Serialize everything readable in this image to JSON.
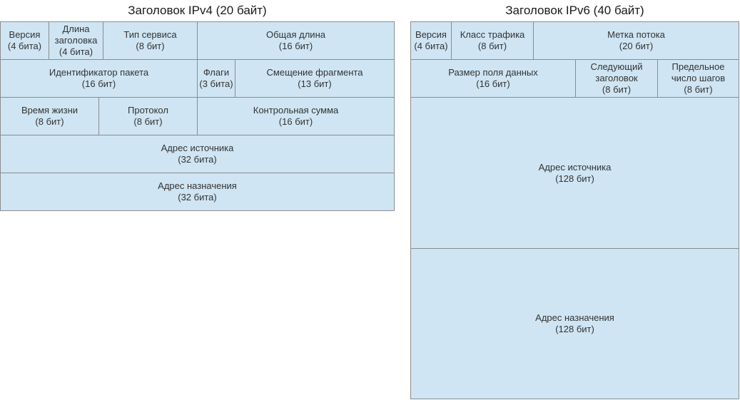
{
  "ipv4": {
    "title": "Заголовок IPv4 (20 байт)",
    "fields": [
      {
        "key": "version",
        "name": "Версия",
        "size": "(4 бита)"
      },
      {
        "key": "header-length",
        "name": "Длина\nзаголовка",
        "size": "(4 бита)"
      },
      {
        "key": "service-type",
        "name": "Тип сервиса",
        "size": "(8 бит)"
      },
      {
        "key": "total-length",
        "name": "Общая длина",
        "size": "(16 бит)"
      },
      {
        "key": "packet-id",
        "name": "Идентификатор пакета",
        "size": "(16 бит)"
      },
      {
        "key": "flags",
        "name": "Флаги",
        "size": "(3 бита)"
      },
      {
        "key": "fragment-offset",
        "name": "Смещение фрагмента",
        "size": "(13 бит)"
      },
      {
        "key": "ttl",
        "name": "Время жизни",
        "size": "(8 бит)"
      },
      {
        "key": "protocol",
        "name": "Протокол",
        "size": "(8 бит)"
      },
      {
        "key": "checksum",
        "name": "Контрольная сумма",
        "size": "(16 бит)"
      },
      {
        "key": "source-address",
        "name": "Адрес источника",
        "size": "(32 бита)"
      },
      {
        "key": "destination-address",
        "name": "Адрес назначения",
        "size": "(32 бита)"
      }
    ]
  },
  "ipv6": {
    "title": "Заголовок IPv6 (40 байт)",
    "fields": [
      {
        "key": "version",
        "name": "Версия",
        "size": "(4 бита)"
      },
      {
        "key": "traffic-class",
        "name": "Класс трафика",
        "size": "(8 бит)"
      },
      {
        "key": "flow-label",
        "name": "Метка потока",
        "size": "(20 бит)"
      },
      {
        "key": "payload-length",
        "name": "Размер поля данных",
        "size": "(16 бит)"
      },
      {
        "key": "next-header",
        "name": "Следующий\nзаголовок",
        "size": "(8 бит)"
      },
      {
        "key": "hop-limit",
        "name": "Предельное\nчисло шагов",
        "size": "(8 бит)"
      },
      {
        "key": "source-address",
        "name": "Адрес источника",
        "size": "(128 бит)"
      },
      {
        "key": "destination-address",
        "name": "Адрес назначения",
        "size": "(128 бит)"
      }
    ]
  }
}
